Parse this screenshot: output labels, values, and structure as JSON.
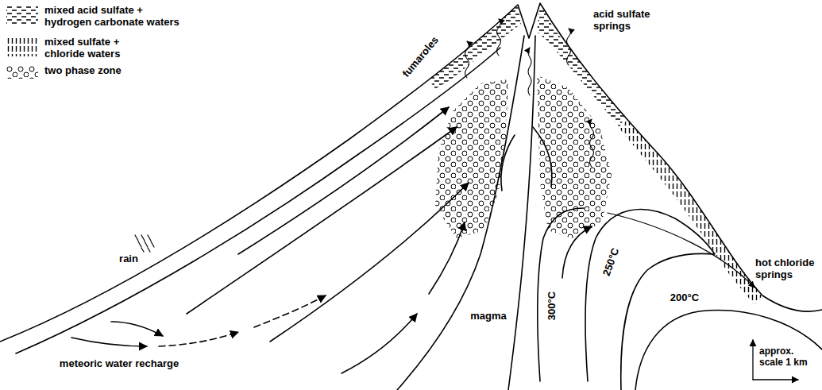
{
  "diagram": {
    "labels": [
      "fumaroles",
      "acid sulfate springs",
      "rain",
      "meteoric water recharge",
      "magma",
      "300°C",
      "250°C",
      "200°C",
      "hot chloride springs",
      "approx. scale 1 km"
    ],
    "legend": [
      {
        "text": "mixed acid sulfate + hydrogen carbonate waters"
      },
      {
        "text": "mixed sulfate + chloride waters"
      },
      {
        "text": "two phase zone"
      }
    ]
  }
}
